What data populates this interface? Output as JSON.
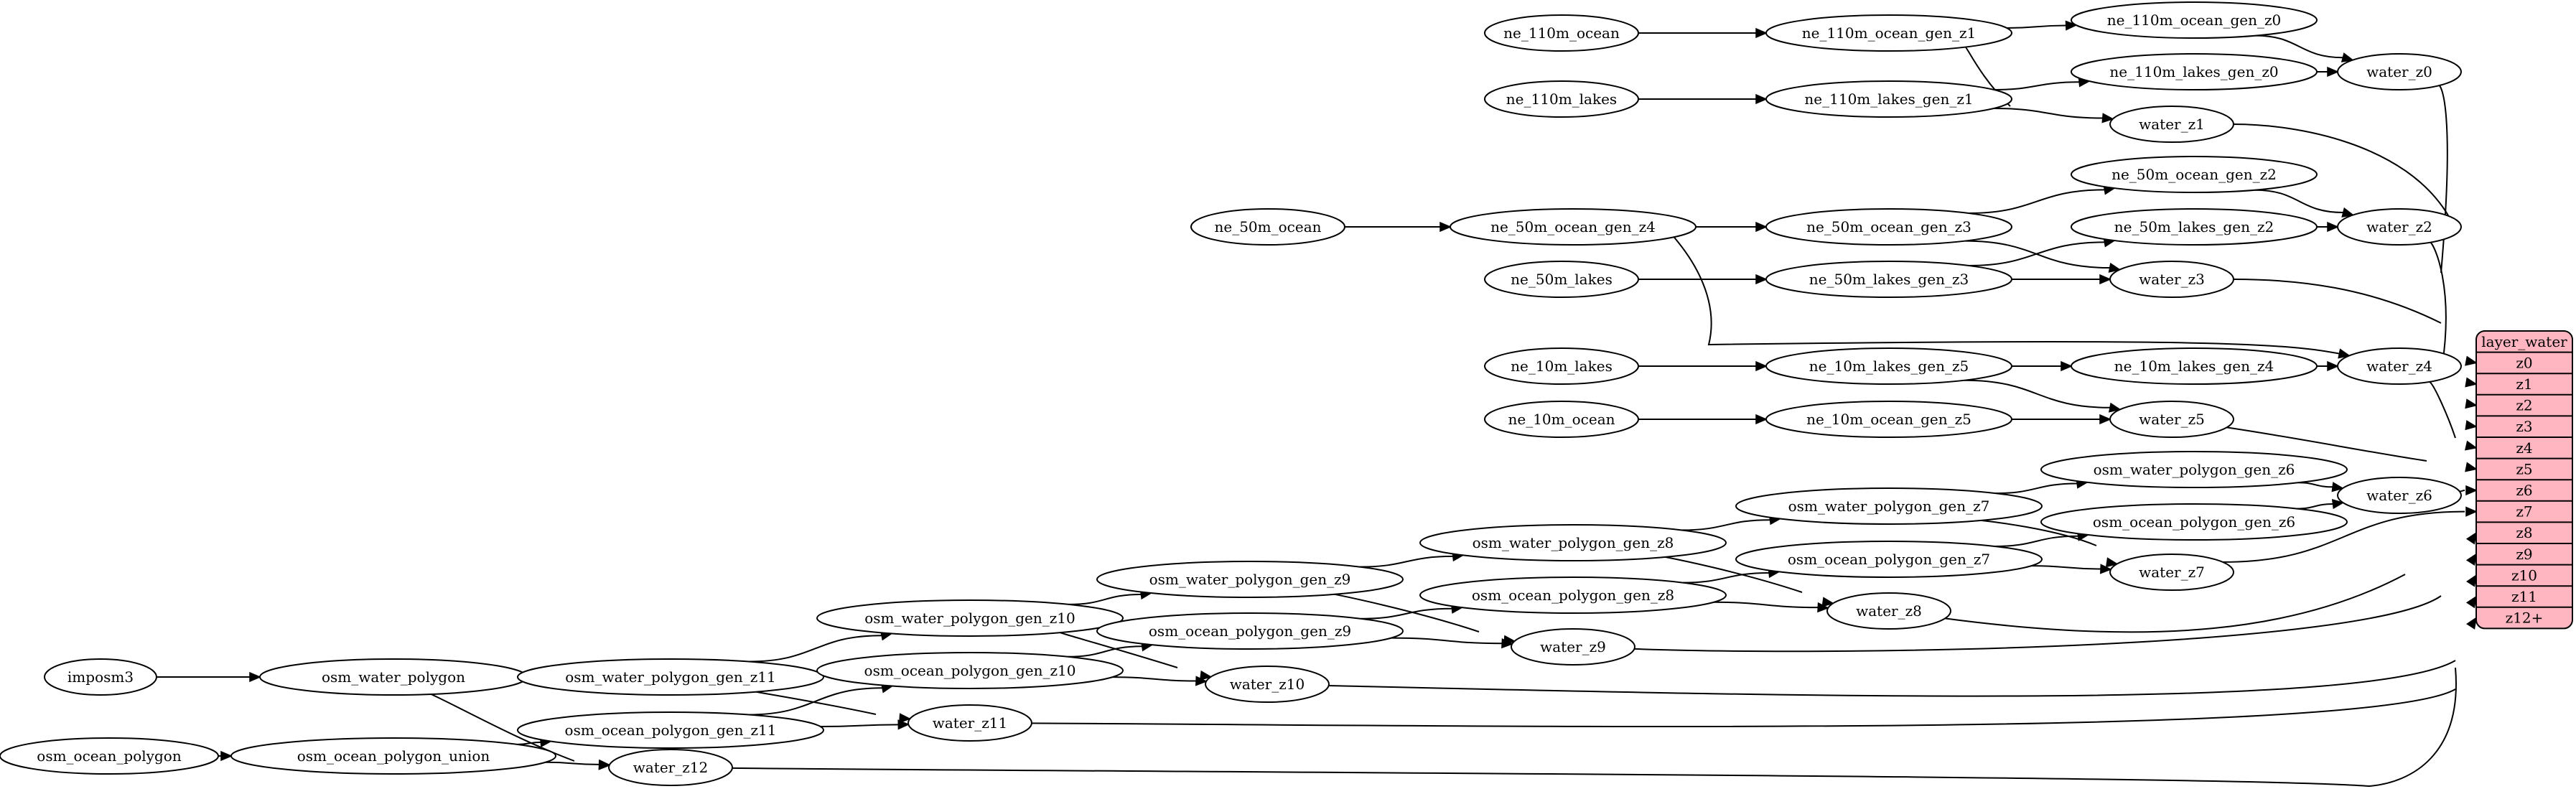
{
  "nodes": [
    {
      "id": "ne_110m_ocean",
      "label": "ne_110m_ocean"
    },
    {
      "id": "ne_110m_ocean_gen_z1",
      "label": "ne_110m_ocean_gen_z1"
    },
    {
      "id": "ne_110m_ocean_gen_z0",
      "label": "ne_110m_ocean_gen_z0"
    },
    {
      "id": "water_z0",
      "label": "water_z0"
    },
    {
      "id": "ne_110m_lakes",
      "label": "ne_110m_lakes"
    },
    {
      "id": "ne_110m_lakes_gen_z1",
      "label": "ne_110m_lakes_gen_z1"
    },
    {
      "id": "ne_110m_lakes_gen_z0",
      "label": "ne_110m_lakes_gen_z0"
    },
    {
      "id": "water_z1",
      "label": "water_z1"
    },
    {
      "id": "ne_50m_ocean_gen_z2",
      "label": "ne_50m_ocean_gen_z2"
    },
    {
      "id": "ne_50m_ocean",
      "label": "ne_50m_ocean"
    },
    {
      "id": "ne_50m_ocean_gen_z4",
      "label": "ne_50m_ocean_gen_z4"
    },
    {
      "id": "ne_50m_ocean_gen_z3",
      "label": "ne_50m_ocean_gen_z3"
    },
    {
      "id": "ne_50m_lakes_gen_z2",
      "label": "ne_50m_lakes_gen_z2"
    },
    {
      "id": "water_z2",
      "label": "water_z2"
    },
    {
      "id": "ne_50m_lakes",
      "label": "ne_50m_lakes"
    },
    {
      "id": "ne_50m_lakes_gen_z3",
      "label": "ne_50m_lakes_gen_z3"
    },
    {
      "id": "water_z3",
      "label": "water_z3"
    },
    {
      "id": "ne_10m_lakes",
      "label": "ne_10m_lakes"
    },
    {
      "id": "ne_10m_lakes_gen_z5",
      "label": "ne_10m_lakes_gen_z5"
    },
    {
      "id": "ne_10m_lakes_gen_z4",
      "label": "ne_10m_lakes_gen_z4"
    },
    {
      "id": "water_z4",
      "label": "water_z4"
    },
    {
      "id": "ne_10m_ocean",
      "label": "ne_10m_ocean"
    },
    {
      "id": "ne_10m_ocean_gen_z5",
      "label": "ne_10m_ocean_gen_z5"
    },
    {
      "id": "water_z5",
      "label": "water_z5"
    },
    {
      "id": "osm_water_polygon_gen_z7",
      "label": "osm_water_polygon_gen_z7"
    },
    {
      "id": "osm_water_polygon_gen_z6",
      "label": "osm_water_polygon_gen_z6"
    },
    {
      "id": "water_z6",
      "label": "water_z6"
    },
    {
      "id": "osm_water_polygon_gen_z8",
      "label": "osm_water_polygon_gen_z8"
    },
    {
      "id": "osm_ocean_polygon_gen_z7",
      "label": "osm_ocean_polygon_gen_z7"
    },
    {
      "id": "osm_ocean_polygon_gen_z6",
      "label": "osm_ocean_polygon_gen_z6"
    },
    {
      "id": "osm_water_polygon_gen_z9",
      "label": "osm_water_polygon_gen_z9"
    },
    {
      "id": "water_z7",
      "label": "water_z7"
    },
    {
      "id": "osm_ocean_polygon_gen_z8",
      "label": "osm_ocean_polygon_gen_z8"
    },
    {
      "id": "osm_water_polygon_gen_z10",
      "label": "osm_water_polygon_gen_z10"
    },
    {
      "id": "water_z8",
      "label": "water_z8"
    },
    {
      "id": "osm_ocean_polygon_gen_z9",
      "label": "osm_ocean_polygon_gen_z9"
    },
    {
      "id": "imposm3",
      "label": "imposm3"
    },
    {
      "id": "osm_water_polygon",
      "label": "osm_water_polygon"
    },
    {
      "id": "osm_water_polygon_gen_z11",
      "label": "osm_water_polygon_gen_z11"
    },
    {
      "id": "water_z9",
      "label": "water_z9"
    },
    {
      "id": "osm_ocean_polygon_gen_z10",
      "label": "osm_ocean_polygon_gen_z10"
    },
    {
      "id": "water_z10",
      "label": "water_z10"
    },
    {
      "id": "osm_ocean_polygon_gen_z11",
      "label": "osm_ocean_polygon_gen_z11"
    },
    {
      "id": "water_z11",
      "label": "water_z11"
    },
    {
      "id": "osm_ocean_polygon",
      "label": "osm_ocean_polygon"
    },
    {
      "id": "osm_ocean_polygon_union",
      "label": "osm_ocean_polygon_union"
    },
    {
      "id": "water_z12",
      "label": "water_z12"
    }
  ],
  "edges": [
    [
      "ne_110m_ocean",
      "ne_110m_ocean_gen_z1"
    ],
    [
      "ne_110m_ocean_gen_z1",
      "ne_110m_ocean_gen_z0"
    ],
    [
      "ne_110m_ocean_gen_z1",
      "water_z1"
    ],
    [
      "ne_110m_ocean_gen_z0",
      "water_z0"
    ],
    [
      "ne_110m_lakes",
      "ne_110m_lakes_gen_z1"
    ],
    [
      "ne_110m_lakes_gen_z1",
      "ne_110m_lakes_gen_z0"
    ],
    [
      "ne_110m_lakes_gen_z1",
      "water_z1"
    ],
    [
      "ne_110m_lakes_gen_z0",
      "water_z0"
    ],
    [
      "ne_50m_ocean",
      "ne_50m_ocean_gen_z4"
    ],
    [
      "ne_50m_ocean_gen_z4",
      "ne_50m_ocean_gen_z3"
    ],
    [
      "ne_50m_ocean_gen_z4",
      "water_z4"
    ],
    [
      "ne_50m_ocean_gen_z3",
      "ne_50m_ocean_gen_z2"
    ],
    [
      "ne_50m_ocean_gen_z3",
      "water_z3"
    ],
    [
      "ne_50m_ocean_gen_z2",
      "water_z2"
    ],
    [
      "ne_50m_lakes",
      "ne_50m_lakes_gen_z3"
    ],
    [
      "ne_50m_lakes_gen_z3",
      "ne_50m_lakes_gen_z2"
    ],
    [
      "ne_50m_lakes_gen_z3",
      "water_z3"
    ],
    [
      "ne_50m_lakes_gen_z2",
      "water_z2"
    ],
    [
      "ne_10m_lakes",
      "ne_10m_lakes_gen_z5"
    ],
    [
      "ne_10m_lakes_gen_z5",
      "ne_10m_lakes_gen_z4"
    ],
    [
      "ne_10m_lakes_gen_z5",
      "water_z5"
    ],
    [
      "ne_10m_lakes_gen_z4",
      "water_z4"
    ],
    [
      "ne_10m_ocean",
      "ne_10m_ocean_gen_z5"
    ],
    [
      "ne_10m_ocean_gen_z5",
      "water_z5"
    ],
    [
      "osm_water_polygon_gen_z8",
      "osm_water_polygon_gen_z7"
    ],
    [
      "osm_water_polygon_gen_z7",
      "osm_water_polygon_gen_z6"
    ],
    [
      "osm_water_polygon_gen_z7",
      "water_z7"
    ],
    [
      "osm_water_polygon_gen_z6",
      "water_z6"
    ],
    [
      "osm_ocean_polygon_gen_z8",
      "osm_ocean_polygon_gen_z7"
    ],
    [
      "osm_ocean_polygon_gen_z7",
      "osm_ocean_polygon_gen_z6"
    ],
    [
      "osm_ocean_polygon_gen_z7",
      "water_z7"
    ],
    [
      "osm_ocean_polygon_gen_z6",
      "water_z6"
    ],
    [
      "osm_water_polygon_gen_z9",
      "osm_water_polygon_gen_z8"
    ],
    [
      "osm_water_polygon_gen_z8",
      "water_z8"
    ],
    [
      "osm_ocean_polygon_gen_z9",
      "osm_ocean_polygon_gen_z8"
    ],
    [
      "osm_ocean_polygon_gen_z8",
      "water_z8"
    ],
    [
      "osm_water_polygon_gen_z10",
      "osm_water_polygon_gen_z9"
    ],
    [
      "osm_water_polygon_gen_z9",
      "water_z9"
    ],
    [
      "osm_ocean_polygon_gen_z10",
      "osm_ocean_polygon_gen_z9"
    ],
    [
      "osm_ocean_polygon_gen_z9",
      "water_z9"
    ],
    [
      "osm_water_polygon_gen_z11",
      "osm_water_polygon_gen_z10"
    ],
    [
      "osm_water_polygon_gen_z10",
      "water_z10"
    ],
    [
      "osm_ocean_polygon_gen_z11",
      "osm_ocean_polygon_gen_z10"
    ],
    [
      "osm_ocean_polygon_gen_z10",
      "water_z10"
    ],
    [
      "imposm3",
      "osm_water_polygon"
    ],
    [
      "osm_water_polygon",
      "osm_water_polygon_gen_z11"
    ],
    [
      "osm_water_polygon",
      "water_z12"
    ],
    [
      "osm_water_polygon_gen_z11",
      "water_z11"
    ],
    [
      "osm_ocean_polygon",
      "osm_ocean_polygon_union"
    ],
    [
      "osm_ocean_polygon_union",
      "osm_ocean_polygon_gen_z11"
    ],
    [
      "osm_ocean_polygon_union",
      "water_z12"
    ],
    [
      "osm_ocean_polygon_gen_z11",
      "water_z11"
    ],
    [
      "water_z0",
      "layer_water.z0"
    ],
    [
      "water_z1",
      "layer_water.z1"
    ],
    [
      "water_z2",
      "layer_water.z2"
    ],
    [
      "water_z3",
      "layer_water.z3"
    ],
    [
      "water_z4",
      "layer_water.z4"
    ],
    [
      "water_z5",
      "layer_water.z5"
    ],
    [
      "water_z6",
      "layer_water.z6"
    ],
    [
      "water_z7",
      "layer_water.z7"
    ],
    [
      "water_z8",
      "layer_water.z8"
    ],
    [
      "water_z9",
      "layer_water.z9"
    ],
    [
      "water_z10",
      "layer_water.z10"
    ],
    [
      "water_z11",
      "layer_water.z11"
    ],
    [
      "water_z12",
      "layer_water.z12+"
    ]
  ],
  "layer_water": {
    "title": "layer_water",
    "fields": [
      "z0",
      "z1",
      "z2",
      "z3",
      "z4",
      "z5",
      "z6",
      "z7",
      "z8",
      "z9",
      "z10",
      "z11",
      "z12+"
    ],
    "fill_color": "#ffb6c1"
  }
}
